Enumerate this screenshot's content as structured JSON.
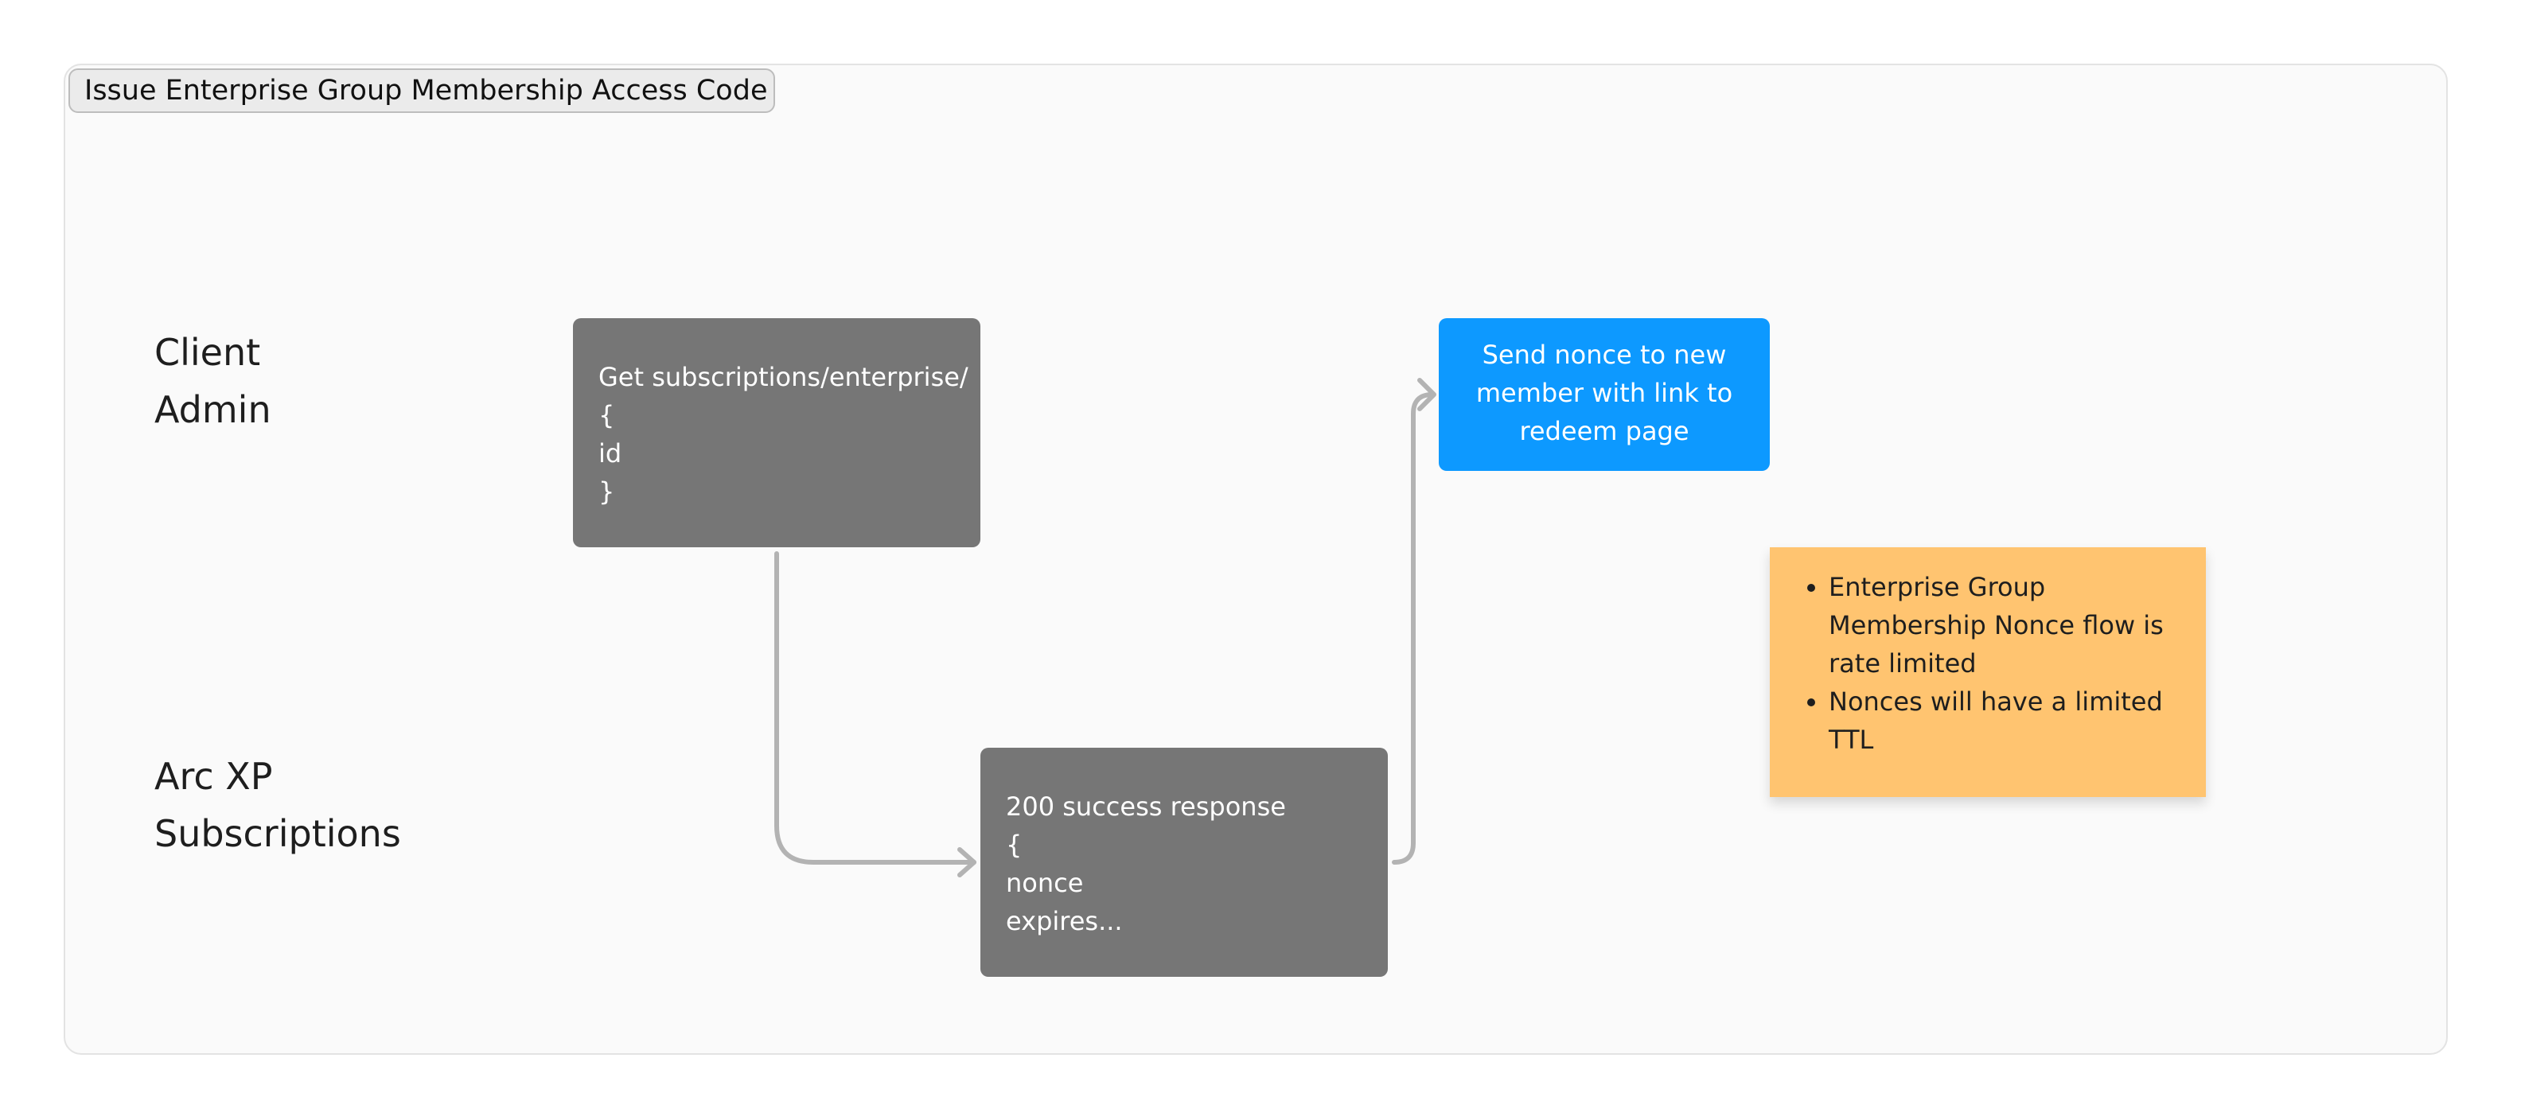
{
  "section": {
    "title": "Issue Enterprise Group Membership Access Code"
  },
  "lanes": {
    "client_admin": [
      "Client",
      "Admin"
    ],
    "arc_xp": [
      "Arc XP",
      "Subscriptions"
    ]
  },
  "nodes": {
    "request": [
      "Get subscriptions/enterprise/",
      "{",
      "id",
      "}"
    ],
    "response": [
      "200 success response",
      "{",
      "nonce",
      "expires..."
    ],
    "send_nonce": [
      "Send nonce to new",
      "member with link to",
      "redeem page"
    ]
  },
  "note": {
    "items": [
      "Enterprise Group Membership Nonce flow is rate limited",
      "Nonces will have a limited TTL"
    ]
  },
  "colors": {
    "frame_bg": "#fafafa",
    "gray_box": "#767676",
    "blue_box": "#0d99ff",
    "sticky": "#ffc470",
    "connector": "#b3b3b3"
  }
}
